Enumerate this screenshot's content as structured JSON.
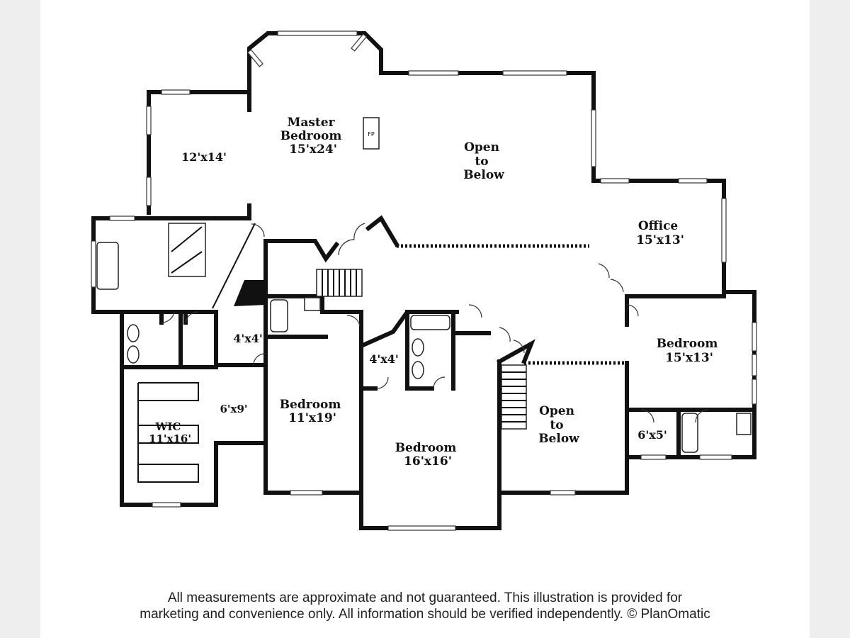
{
  "plan": {
    "rooms": {
      "master_bedroom": [
        "Master",
        "Bedroom",
        "15'x24'"
      ],
      "sitting_area": "12'x14'",
      "fireplace": "FP",
      "open_to_below_1": [
        "Open",
        "to",
        "Below"
      ],
      "office": [
        "Office",
        "15'x13'"
      ],
      "closet_1": "4'x4'",
      "closet_2": "4'x4'",
      "wic_area": "6'x9'",
      "wic": [
        "WIC",
        "11'x16'"
      ],
      "bedroom_11x19": [
        "Bedroom",
        "11'x19'"
      ],
      "bedroom_16x16": [
        "Bedroom",
        "16'x16'"
      ],
      "open_to_below_2": [
        "Open",
        "to",
        "Below"
      ],
      "bedroom_15x13": [
        "Bedroom",
        "15'x13'"
      ],
      "closet_3": "6'x5'"
    }
  },
  "disclaimer": {
    "line1": "All measurements are approximate and not guaranteed. This illustration is provided for",
    "line2": "marketing and convenience only. All information should be verified independently. © PlanOmatic"
  }
}
